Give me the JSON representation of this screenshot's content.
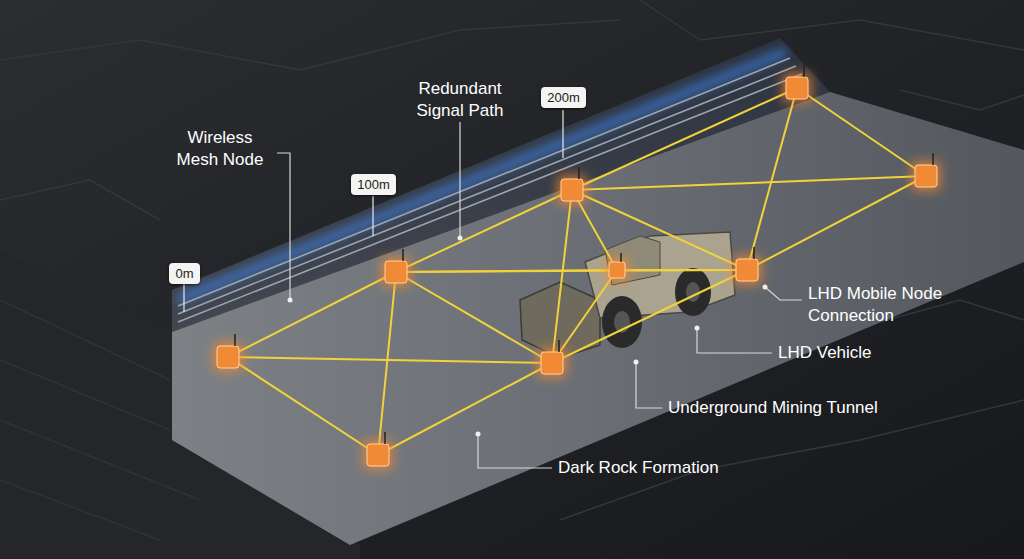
{
  "diagram": {
    "nodes": [
      {
        "text": [
          "0m"
        ]
      },
      {
        "text": [
          "100m"
        ]
      },
      {
        "text": [
          "200m"
        ]
      }
    ],
    "labels": [
      "Wireless Mesh Node",
      "Redundant Signal Path",
      "LHD Mobile Node Connection",
      "LHD Vehicle",
      "Underground Mining Tunnel",
      "Dark Rock Formation"
    ]
  }
}
